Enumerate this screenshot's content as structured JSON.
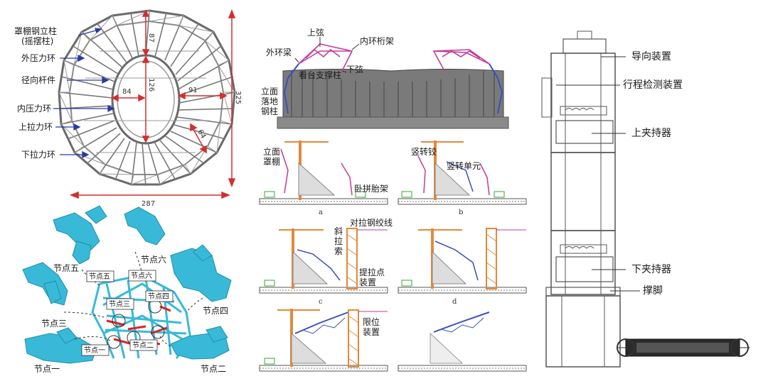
{
  "panel_roof": {
    "labels": [
      "罩棚钢立柱",
      "(摇摆柱)",
      "外压力环",
      "径向杆件",
      "内压力环",
      "上拉力环",
      "下拉力环"
    ],
    "dims": {
      "d87": "87",
      "d126": "126",
      "d84": "84",
      "d91": "91",
      "d64": "64",
      "width": "287",
      "height": "325"
    }
  },
  "panel_nodes": {
    "node_labels": [
      "节点五",
      "节点六",
      "节点四",
      "节点三",
      "节点一",
      "节点二"
    ],
    "boxed_labels": [
      "节点五",
      "节点六",
      "节点三",
      "节点四",
      "节点一",
      "节点二"
    ]
  },
  "panel_section": {
    "labels": [
      "上弦",
      "内环桁架",
      "外环梁",
      "看台支撑柱",
      "下弦",
      "立面",
      "落地",
      "钢柱"
    ]
  },
  "panel_steps": {
    "labels_a": [
      "立面",
      "罩棚",
      "卧拼胎架"
    ],
    "labels_b": [
      "竖转铰",
      "竖转单元"
    ],
    "labels_c": [
      "斜",
      "拉",
      "索",
      "对拉钢绞线",
      "提拉点",
      "装置"
    ],
    "labels_e": [
      "限位",
      "装置"
    ],
    "letters": [
      "a",
      "b",
      "c",
      "d"
    ]
  },
  "panel_machine": {
    "labels": [
      "导向装置",
      "行程检测装置",
      "上夹持器",
      "下夹持器",
      "撑脚"
    ]
  },
  "colors": {
    "steel": "#5a5a5a",
    "dim_red": "#d32f2f",
    "arrow_blue": "#2a3aa0",
    "node_cyan": "#39b9d8",
    "node_red": "#e02020",
    "truss_pink": "#c23b9a",
    "tower_orange": "#e3893a",
    "truss_blue": "#3a4fbf"
  }
}
